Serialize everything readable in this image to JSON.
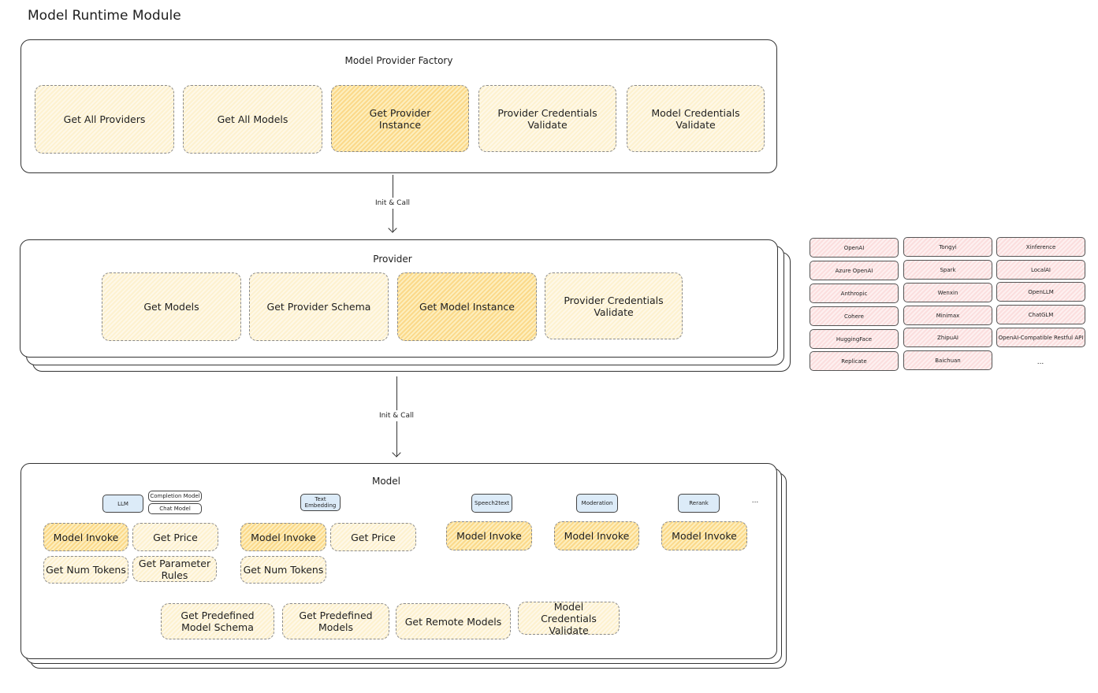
{
  "title": "Model Runtime Module",
  "factory": {
    "title": "Model Provider Factory",
    "items": [
      "Get All Providers",
      "Get All Models",
      "Get Provider Instance",
      "Provider Credentials Validate",
      "Model Credentials Validate"
    ]
  },
  "arrow1": "Init & Call",
  "provider": {
    "title": "Provider",
    "items": [
      "Get Models",
      "Get Provider Schema",
      "Get Model Instance",
      "Provider Credentials Validate"
    ]
  },
  "arrow2": "Init & Call",
  "model": {
    "title": "Model",
    "types": {
      "llm": "LLM",
      "completion": "Completion Model",
      "chat": "Chat Model",
      "embedding": "Text Embedding",
      "speech": "Speech2text",
      "moderation": "Moderation",
      "rerank": "Rerank",
      "more": "..."
    },
    "llm_items": [
      "Model Invoke",
      "Get Price",
      "Get Num Tokens",
      "Get Parameter Rules"
    ],
    "embedding_items": [
      "Model Invoke",
      "Get Price",
      "Get Num Tokens"
    ],
    "speech_items": [
      "Model Invoke"
    ],
    "moderation_items": [
      "Model Invoke"
    ],
    "rerank_items": [
      "Model Invoke"
    ],
    "common_items": [
      "Get Predefined Model Schema",
      "Get Predefined Models",
      "Get Remote Models",
      "Model Credentials Validate"
    ]
  },
  "providers": {
    "col1": [
      "OpenAI",
      "Azure OpenAI",
      "Anthropic",
      "Cohere",
      "HuggingFace",
      "Replicate"
    ],
    "col2": [
      "Tongyi",
      "Spark",
      "Wenxin",
      "Minimax",
      "ZhipuAI",
      "Baichuan"
    ],
    "col3": [
      "Xinference",
      "LocalAI",
      "OpenLLM",
      "ChatGLM",
      "OpenAI-Compatible Restful API"
    ],
    "more": "..."
  },
  "colors": {
    "function": "#fdf1cf",
    "highlight": "#fbd98a",
    "model_type": "#dcebf8",
    "provider": "#fbdede"
  }
}
